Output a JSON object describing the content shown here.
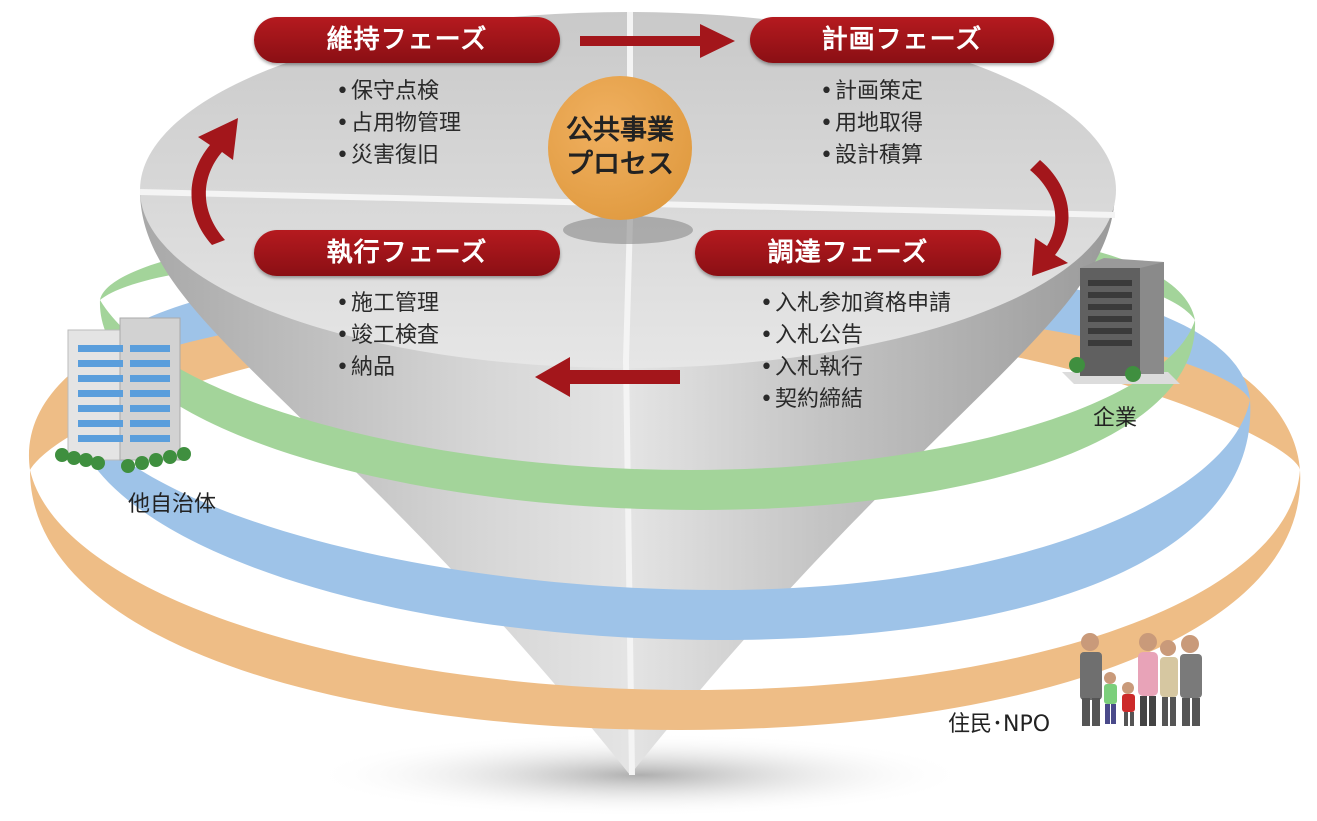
{
  "center": {
    "line1": "公共事業",
    "line2": "プロセス"
  },
  "phases": {
    "maintenance": {
      "label": "維持フェーズ",
      "tasks": [
        "保守点検",
        "占用物管理",
        "災害復旧"
      ]
    },
    "planning": {
      "label": "計画フェーズ",
      "tasks": [
        "計画策定",
        "用地取得",
        "設計積算"
      ]
    },
    "execution": {
      "label": "執行フェーズ",
      "tasks": [
        "施工管理",
        "竣工検査",
        "納品"
      ]
    },
    "procurement": {
      "label": "調達フェーズ",
      "tasks": [
        "入札参加資格申請",
        "入札公告",
        "入札執行",
        "契約締結"
      ]
    }
  },
  "stakeholders": {
    "municipality": "他自治体",
    "company": "企業",
    "residents": "住民･NPO"
  },
  "colors": {
    "phase_label": "#9e1218",
    "arrow": "#a3161b",
    "center": "#e39d42",
    "ring_green": "#a3d49a",
    "ring_blue": "#9ec3e8",
    "ring_orange": "#eebd86",
    "cone": "#bdbdbd"
  },
  "icons": [
    "office-building-icon",
    "company-building-icon",
    "family-group-icon"
  ]
}
